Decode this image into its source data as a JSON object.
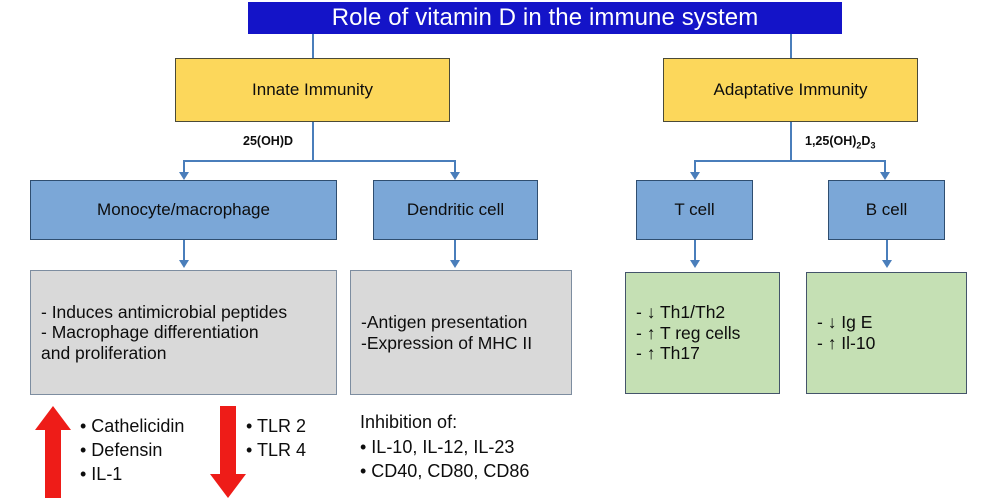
{
  "title": {
    "text": "Role of vitamin D in the immune system"
  },
  "branches": {
    "innate": {
      "header": "Innate Immunity",
      "metabolite": "25(OH)D",
      "cells": [
        {
          "name": "Monocyte/macrophage",
          "effects": "- Induces antimicrobial peptides\n- Macrophage differentiation\nand proliferation"
        },
        {
          "name": "Dendritic cell",
          "effects": "-Antigen presentation\n-Expression of MHC II"
        }
      ]
    },
    "adaptive": {
      "header": "Adaptative Immunity",
      "metabolite_prefix": "1,25(OH)",
      "metabolite_sub1": "2",
      "metabolite_mid": "D",
      "metabolite_sub2": "3",
      "cells": [
        {
          "name": "T cell",
          "effects": "-   ↓ Th1/Th2\n-   ↑ T reg cells\n-   ↑ Th17"
        },
        {
          "name": "B cell",
          "effects": "-   ↓ Ig E\n-   ↑ Il-10"
        }
      ]
    }
  },
  "footnotes": {
    "upregulated": {
      "arrow_direction": "up",
      "arrow_color": "#EE1C18",
      "items": "• Cathelicidin\n• Defensin\n• IL-1"
    },
    "downregulated": {
      "arrow_direction": "down",
      "arrow_color": "#EE1C18",
      "items": "• TLR 2\n• TLR 4"
    },
    "inhibition": {
      "heading": "Inhibition of:",
      "items": "• IL-10, IL-12, IL-23\n• CD40, CD80, CD86"
    }
  },
  "colors": {
    "title_bg": "#1414C8",
    "yellow_box": "#FCD75B",
    "blue_box": "#7BA7D7",
    "grey_box": "#D9D9D9",
    "green_box": "#C5E0B4",
    "connector": "#4A7EBB",
    "red_arrow": "#EE1C18"
  }
}
